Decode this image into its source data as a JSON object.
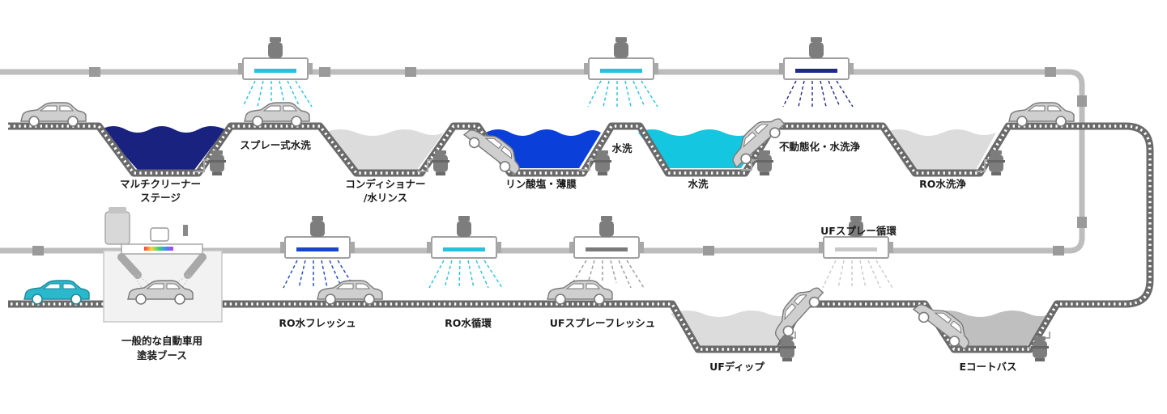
{
  "labels": {
    "multi_cleaner": [
      "マルチクリーナー",
      "ステージ"
    ],
    "spray_rinse": "スプレー式水洗",
    "conditioner": [
      "コンディショナー",
      "/水リンス"
    ],
    "phosphate": "リン酸塩・薄膜",
    "water_rinse_a": "水洗",
    "water_rinse_b": "水洗",
    "passivation": "不動態化・水洗浄",
    "ro_rinse": "RO水洗浄",
    "paint_booth": [
      "一般的な自動車用",
      "塗装ブース"
    ],
    "ro_flush": "RO水フレッシュ",
    "ro_recirc": "RO水循環",
    "uf_spray_flush": "UFスプレーフレッシュ",
    "uf_spray_recirc": "UFスプレー循環",
    "uf_dip": "UFディップ",
    "ecoat_bath": "Eコートバス"
  },
  "colors": {
    "pipe": "#b8b8b8",
    "pipe_dark": "#8e8e8e",
    "pump": "#7d7d7d",
    "conveyor": "#6a6a6a",
    "multi_cleaner": "#1a2280",
    "phosphate": "#0a3fd9",
    "water_rinse": "#14c6e0",
    "light_tank": "#dcdcdc",
    "ecoat_tank": "#bfbfbf",
    "car_gray": "#cfcfcf",
    "car_outline": "#7a7a7a",
    "car_teal": "#29b8cc",
    "spray_cyan": "#26c2dc",
    "spray_navy": "#1e2a8a",
    "spray_blue": "#1846c8",
    "spray_gray": "#7a7a7a",
    "spray_light": "#c8c8c8"
  },
  "icons": [
    "pump-icon",
    "spray-manifold-icon",
    "car-icon",
    "paint-gun-icon",
    "chemical-tank-icon",
    "conveyor-chain-icon"
  ]
}
